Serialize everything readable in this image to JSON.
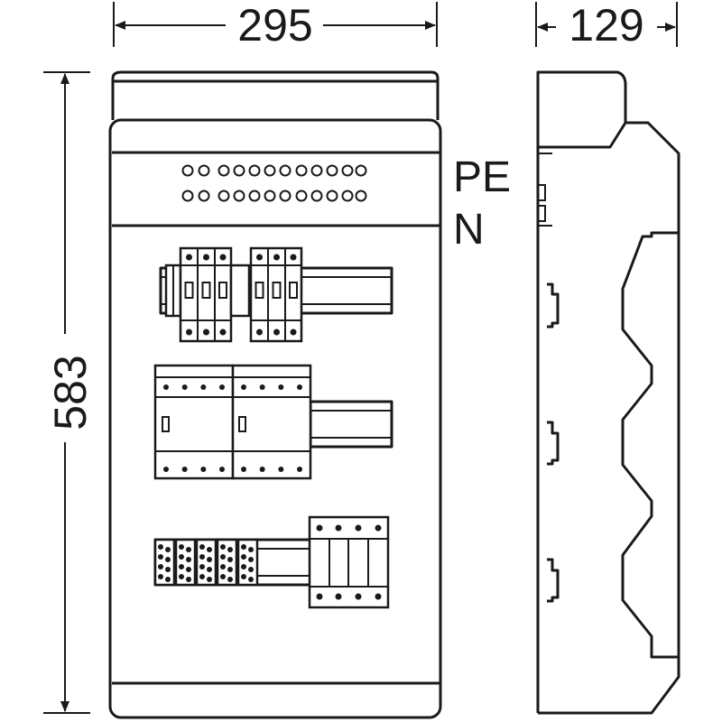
{
  "dimensions": {
    "width_label": "295",
    "depth_label": "129",
    "height_label": "583"
  },
  "labels": {
    "pe": "PE",
    "n": "N"
  },
  "colors": {
    "line": "#1a1a1a",
    "background": "#ffffff"
  }
}
